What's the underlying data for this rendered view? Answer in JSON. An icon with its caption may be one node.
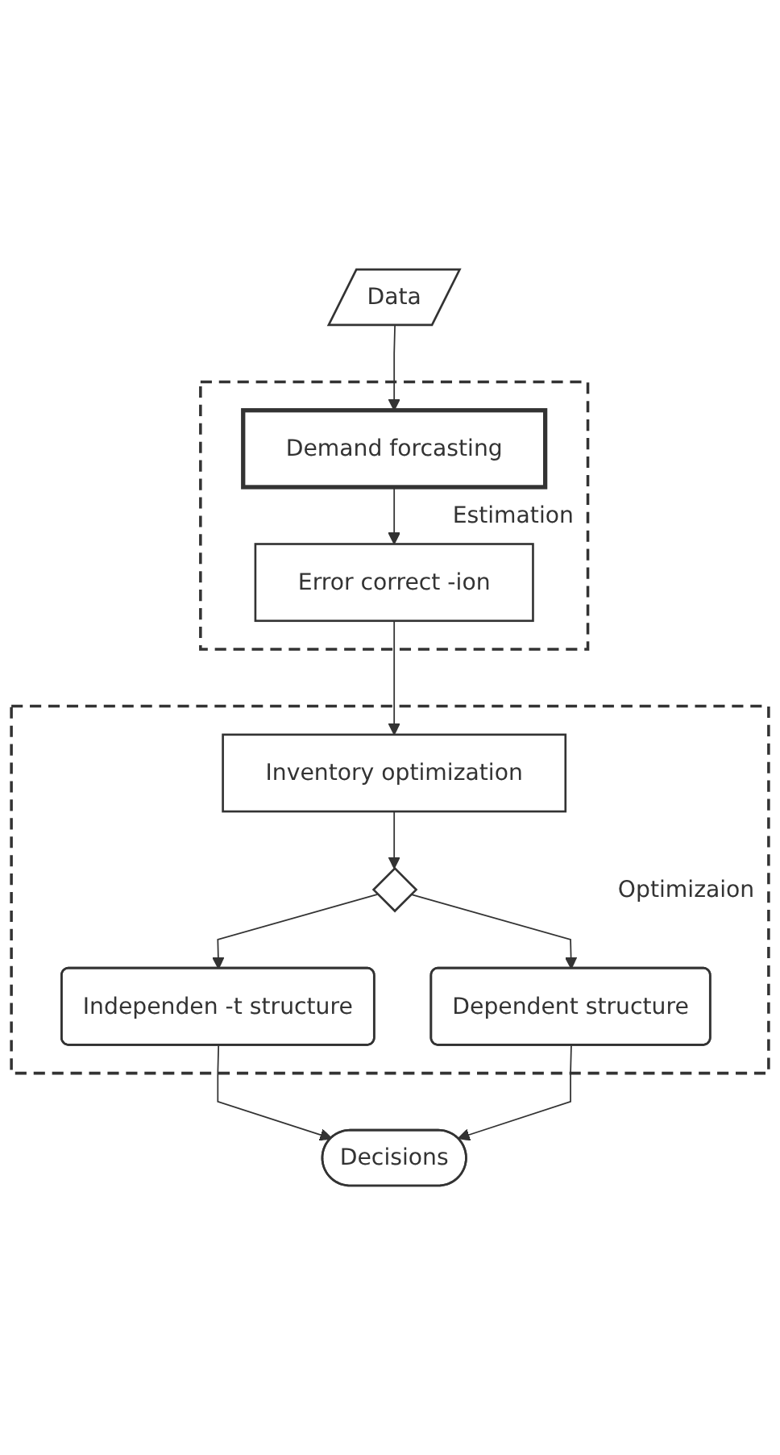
{
  "diagram": {
    "nodes": [
      {
        "text": [
          "Data"
        ]
      },
      {
        "text": [
          "Estimation"
        ]
      },
      {
        "text": [
          "Demand forcasting"
        ],
        "in": 1
      },
      {
        "text": [
          "Error correct -ion"
        ],
        "in": 1
      },
      {
        "text": [
          "Optimizaion"
        ]
      },
      {
        "text": [
          "Inventory optimization"
        ],
        "in": 4
      },
      {
        "text": [],
        "shape": "diamond",
        "in": 4
      },
      {
        "text": [
          "Independen -t structure"
        ],
        "in": 4
      },
      {
        "text": [
          "Dependent structure"
        ],
        "in": 4
      },
      {
        "text": [
          "Decisions"
        ]
      }
    ],
    "edges": [
      {
        "from": 0,
        "to": 2,
        "arrow": "to"
      },
      {
        "from": 2,
        "to": 3,
        "arrow": "to"
      },
      {
        "from": 3,
        "to": 5,
        "arrow": "to"
      },
      {
        "from": 5,
        "to": 6,
        "arrow": "to"
      },
      {
        "from": 6,
        "to": 7,
        "arrow": "to"
      },
      {
        "from": 6,
        "to": 8,
        "arrow": "to"
      },
      {
        "from": 7,
        "to": 9,
        "arrow": "to"
      },
      {
        "from": 8,
        "to": 9,
        "arrow": "to"
      }
    ]
  }
}
